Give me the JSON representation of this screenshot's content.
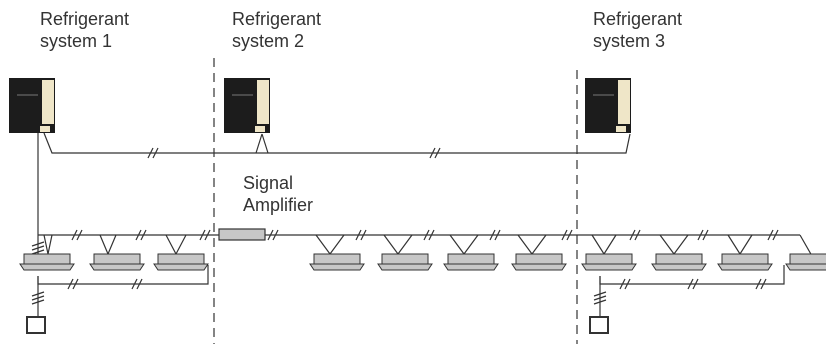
{
  "systems": [
    {
      "line1": "Refrigerant",
      "line2": "system 1"
    },
    {
      "line1": "Refrigerant",
      "line2": "system 2"
    },
    {
      "line1": "Refrigerant",
      "line2": "system 3"
    }
  ],
  "amplifier": {
    "line1": "Signal",
    "line2": "Amplifier"
  },
  "colors": {
    "line": "#333333",
    "unit_body": "#1c1c1c",
    "unit_panel": "#efe6c8",
    "indoor_fill": "#c7c7c7"
  }
}
